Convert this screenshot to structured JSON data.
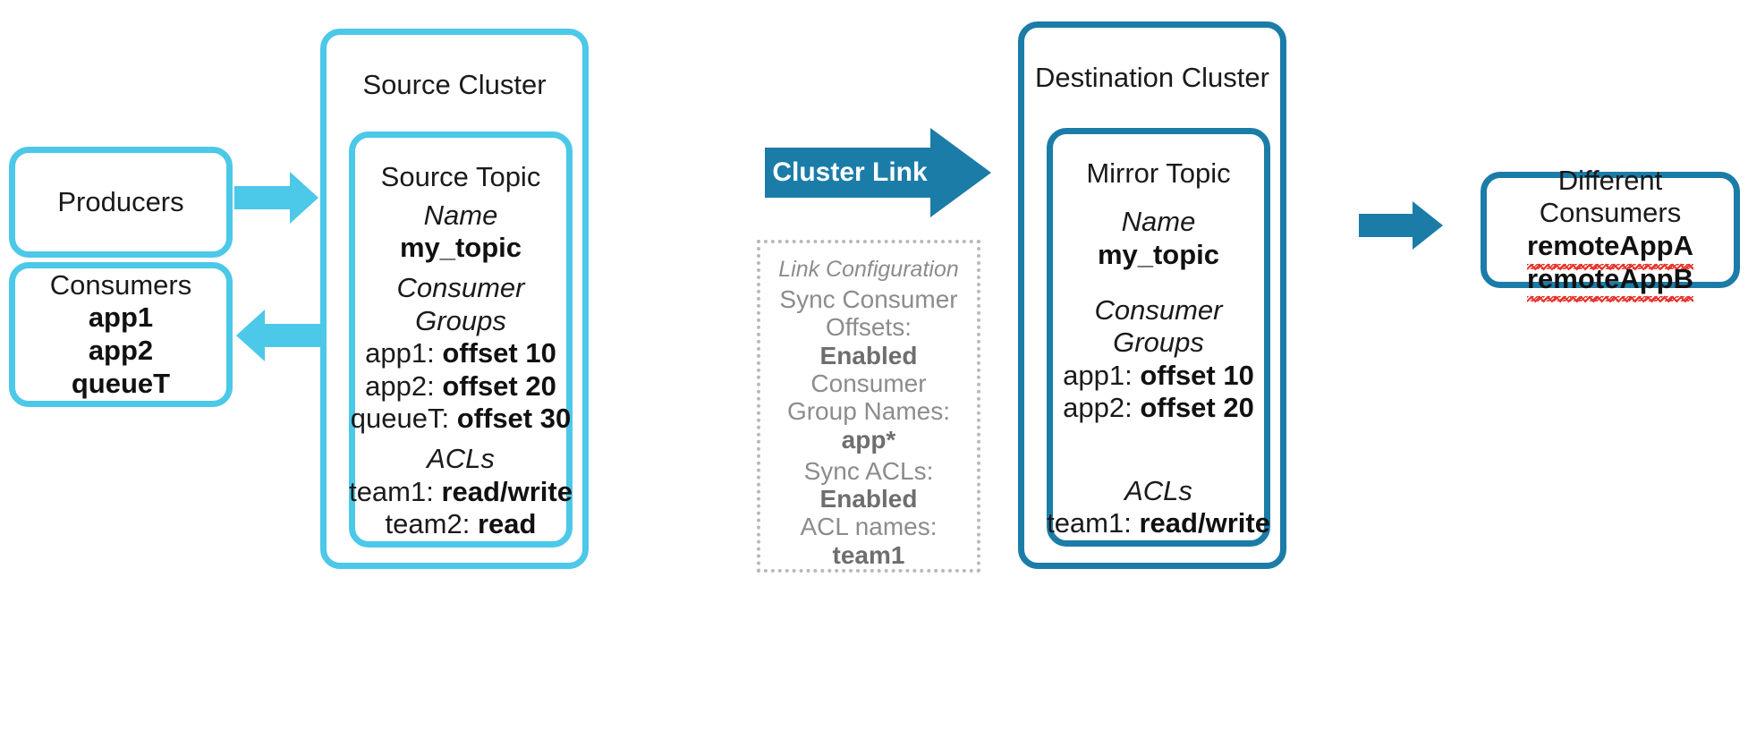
{
  "colors": {
    "light_blue": "#4CC8E8",
    "dark_blue": "#1B7CA8",
    "dotted_grey": "#b9b9b9",
    "grey_text": "#8c8c8c",
    "spellcheck_red": "#e8342a"
  },
  "producers": {
    "title": "Producers"
  },
  "consumers": {
    "title": "Consumers",
    "apps": [
      "app1",
      "app2",
      "queueT"
    ]
  },
  "source_cluster": {
    "title": "Source Cluster",
    "topic": {
      "title": "Source Topic",
      "name_label": "Name",
      "name_value": "my_topic",
      "consumer_groups_label": "Consumer Groups",
      "consumer_groups": [
        {
          "group": "app1:",
          "value": "offset 10"
        },
        {
          "group": "app2:",
          "value": "offset 20"
        },
        {
          "group": "queueT:",
          "value": "offset 30"
        }
      ],
      "acls_label": "ACLs",
      "acls": [
        {
          "team": "team1:",
          "value": "read/write"
        },
        {
          "team": "team2:",
          "value": "read"
        }
      ]
    }
  },
  "cluster_link": {
    "label": "Cluster Link"
  },
  "link_configuration": {
    "title": "Link Configuration",
    "entries": [
      {
        "label": "Sync Consumer\nOffsets:",
        "value": "Enabled"
      },
      {
        "label": "Consumer\nGroup Names:",
        "value": "app*"
      },
      {
        "label": "Sync ACLs:",
        "value": "Enabled"
      },
      {
        "label": "ACL names:",
        "value": "team1"
      }
    ]
  },
  "destination_cluster": {
    "title": "Destination Cluster",
    "topic": {
      "title": "Mirror Topic",
      "name_label": "Name",
      "name_value": "my_topic",
      "consumer_groups_label": "Consumer Groups",
      "consumer_groups": [
        {
          "group": "app1:",
          "value": "offset 10"
        },
        {
          "group": "app2:",
          "value": "offset 20"
        }
      ],
      "acls_label": "ACLs",
      "acls": [
        {
          "team": "team1:",
          "value": "read/write"
        }
      ]
    }
  },
  "different_consumers": {
    "title": "Different\nConsumers",
    "apps": [
      "remoteAppA",
      "remoteAppB"
    ]
  }
}
